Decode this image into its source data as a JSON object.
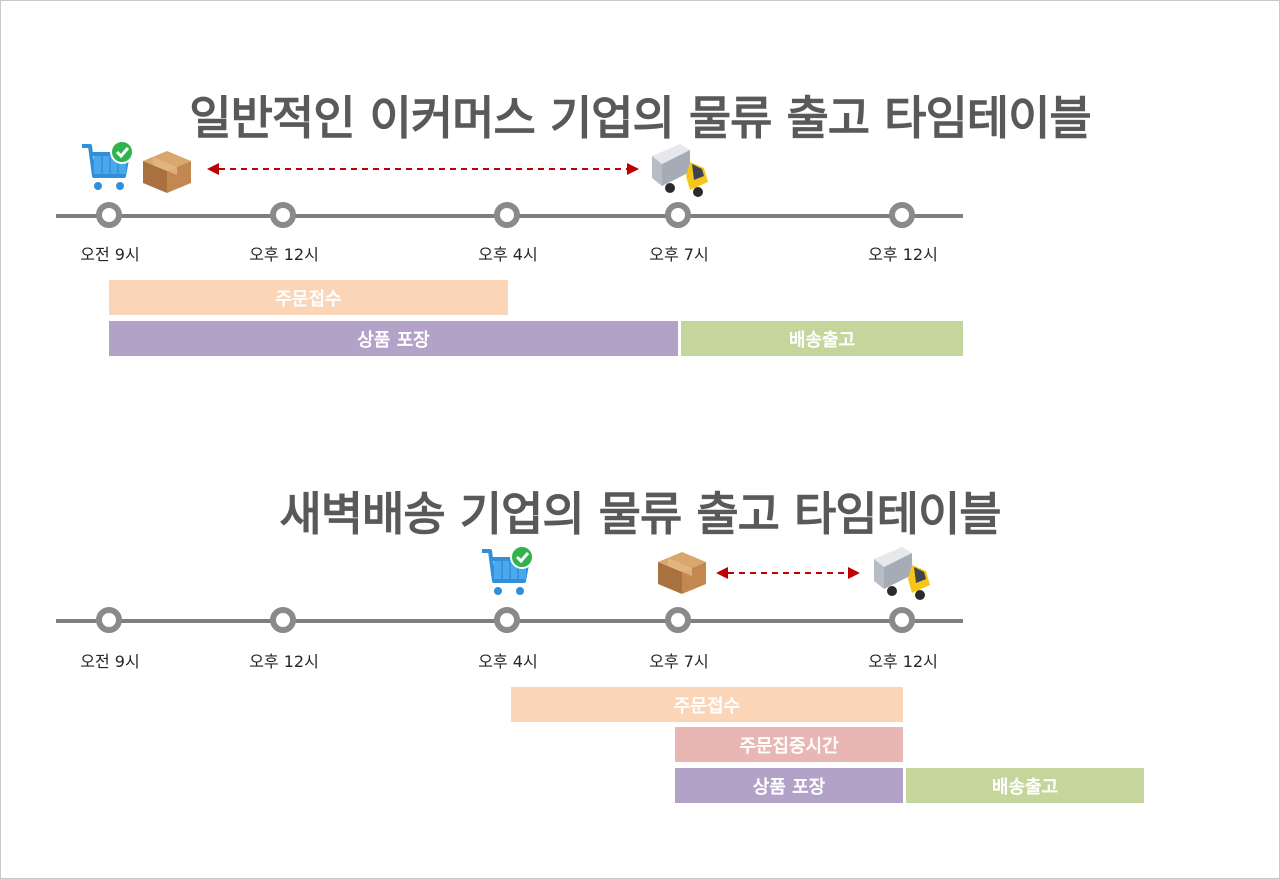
{
  "diagram1": {
    "title": "일반적인 이커머스 기업의 물류 출고 타임테이블",
    "ticks": [
      "오전 9시",
      "오후 12시",
      "오후 4시",
      "오후 7시",
      "오후 12시"
    ],
    "bars": [
      "주문접수",
      "상품 포장",
      "배송출고"
    ]
  },
  "diagram2": {
    "title": "새벽배송 기업의 물류 출고 타임테이블",
    "ticks": [
      "오전 9시",
      "오후 12시",
      "오후 4시",
      "오후 7시",
      "오후 12시"
    ],
    "bars": [
      "주문접수",
      "주문집중시간",
      "상품 포장",
      "배송출고"
    ]
  },
  "colors": {
    "order_receipt": "#fad5b8",
    "packing": "#b2a2c8",
    "shipping": "#c5d69d",
    "peak_time": "#e8b7b4",
    "arrow": "#c00000",
    "timeline": "#7f7f7f",
    "title": "#595959"
  },
  "icons": [
    "shopping-cart-check-icon",
    "cardboard-box-icon",
    "delivery-truck-icon"
  ]
}
